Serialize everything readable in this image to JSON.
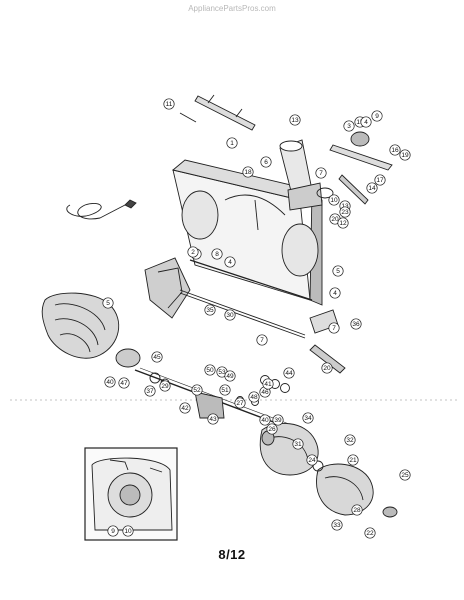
{
  "watermark": "AppliancePartsPros.com",
  "page_number": "8/12",
  "callouts": [
    "11",
    "1",
    "18",
    "13",
    "6",
    "3",
    "15",
    "4",
    "9",
    "16",
    "19",
    "17",
    "14",
    "10",
    "7",
    "13",
    "20",
    "12",
    "23",
    "5",
    "8",
    "4",
    "4",
    "35",
    "2",
    "4",
    "5",
    "30",
    "7",
    "36",
    "7",
    "20",
    "45",
    "46",
    "40",
    "47",
    "37",
    "29",
    "50",
    "53",
    "49",
    "52",
    "51",
    "27",
    "48",
    "41",
    "44",
    "42",
    "43",
    "26",
    "40",
    "39",
    "34",
    "31",
    "24",
    "32",
    "21",
    "33",
    "22",
    "25",
    "28",
    "9",
    "10"
  ]
}
